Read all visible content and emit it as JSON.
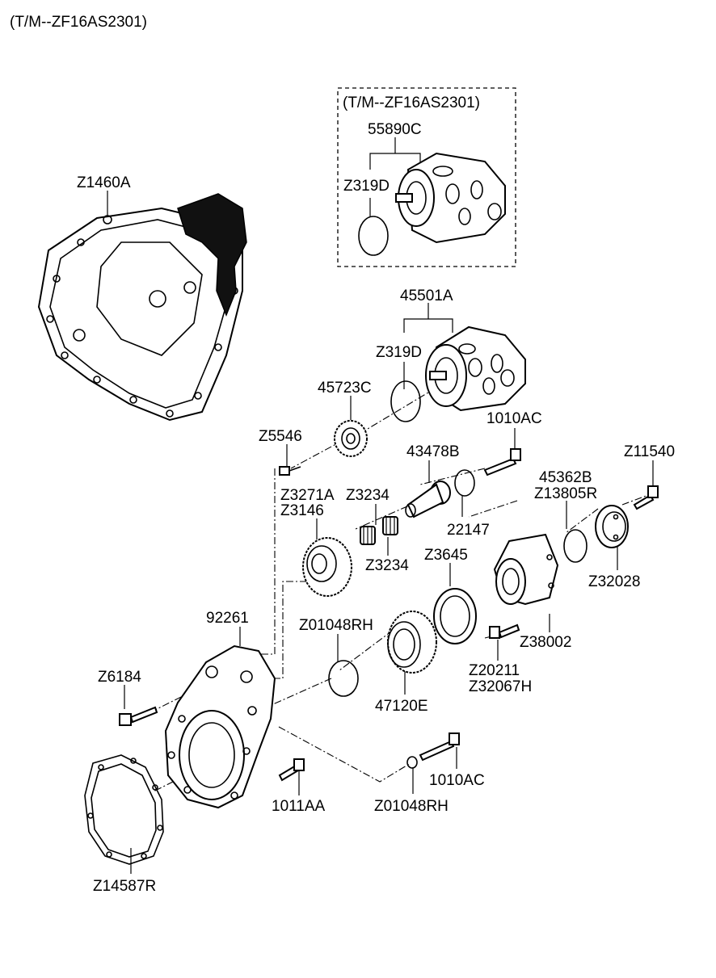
{
  "page_title": "(T/M--ZF16AS2301)",
  "inset_title": "(T/M--ZF16AS2301)",
  "labels": {
    "z1460a": "Z1460A",
    "p55890c": "55890C",
    "z319d_inset": "Z319D",
    "p45501a": "45501A",
    "z319d": "Z319D",
    "p45723c": "45723C",
    "z5546": "Z5546",
    "p1010ac_top": "1010AC",
    "p43478b": "43478B",
    "z11540": "Z11540",
    "p45362b": "45362B",
    "z13805r": "Z13805R",
    "z3271a": "Z3271A",
    "z3234_a": "Z3234",
    "z3146": "Z3146",
    "p22147": "22147",
    "z3234_b": "Z3234",
    "z3645": "Z3645",
    "z32028": "Z32028",
    "p92261": "92261",
    "z01048rh_top": "Z01048RH",
    "z38002": "Z38002",
    "z20211": "Z20211",
    "z32067h": "Z32067H",
    "z6184": "Z6184",
    "p47120e": "47120E",
    "p1010ac_bottom": "1010AC",
    "p1011aa": "1011AA",
    "z01048rh_bottom": "Z01048RH",
    "z14587r": "Z14587R"
  }
}
